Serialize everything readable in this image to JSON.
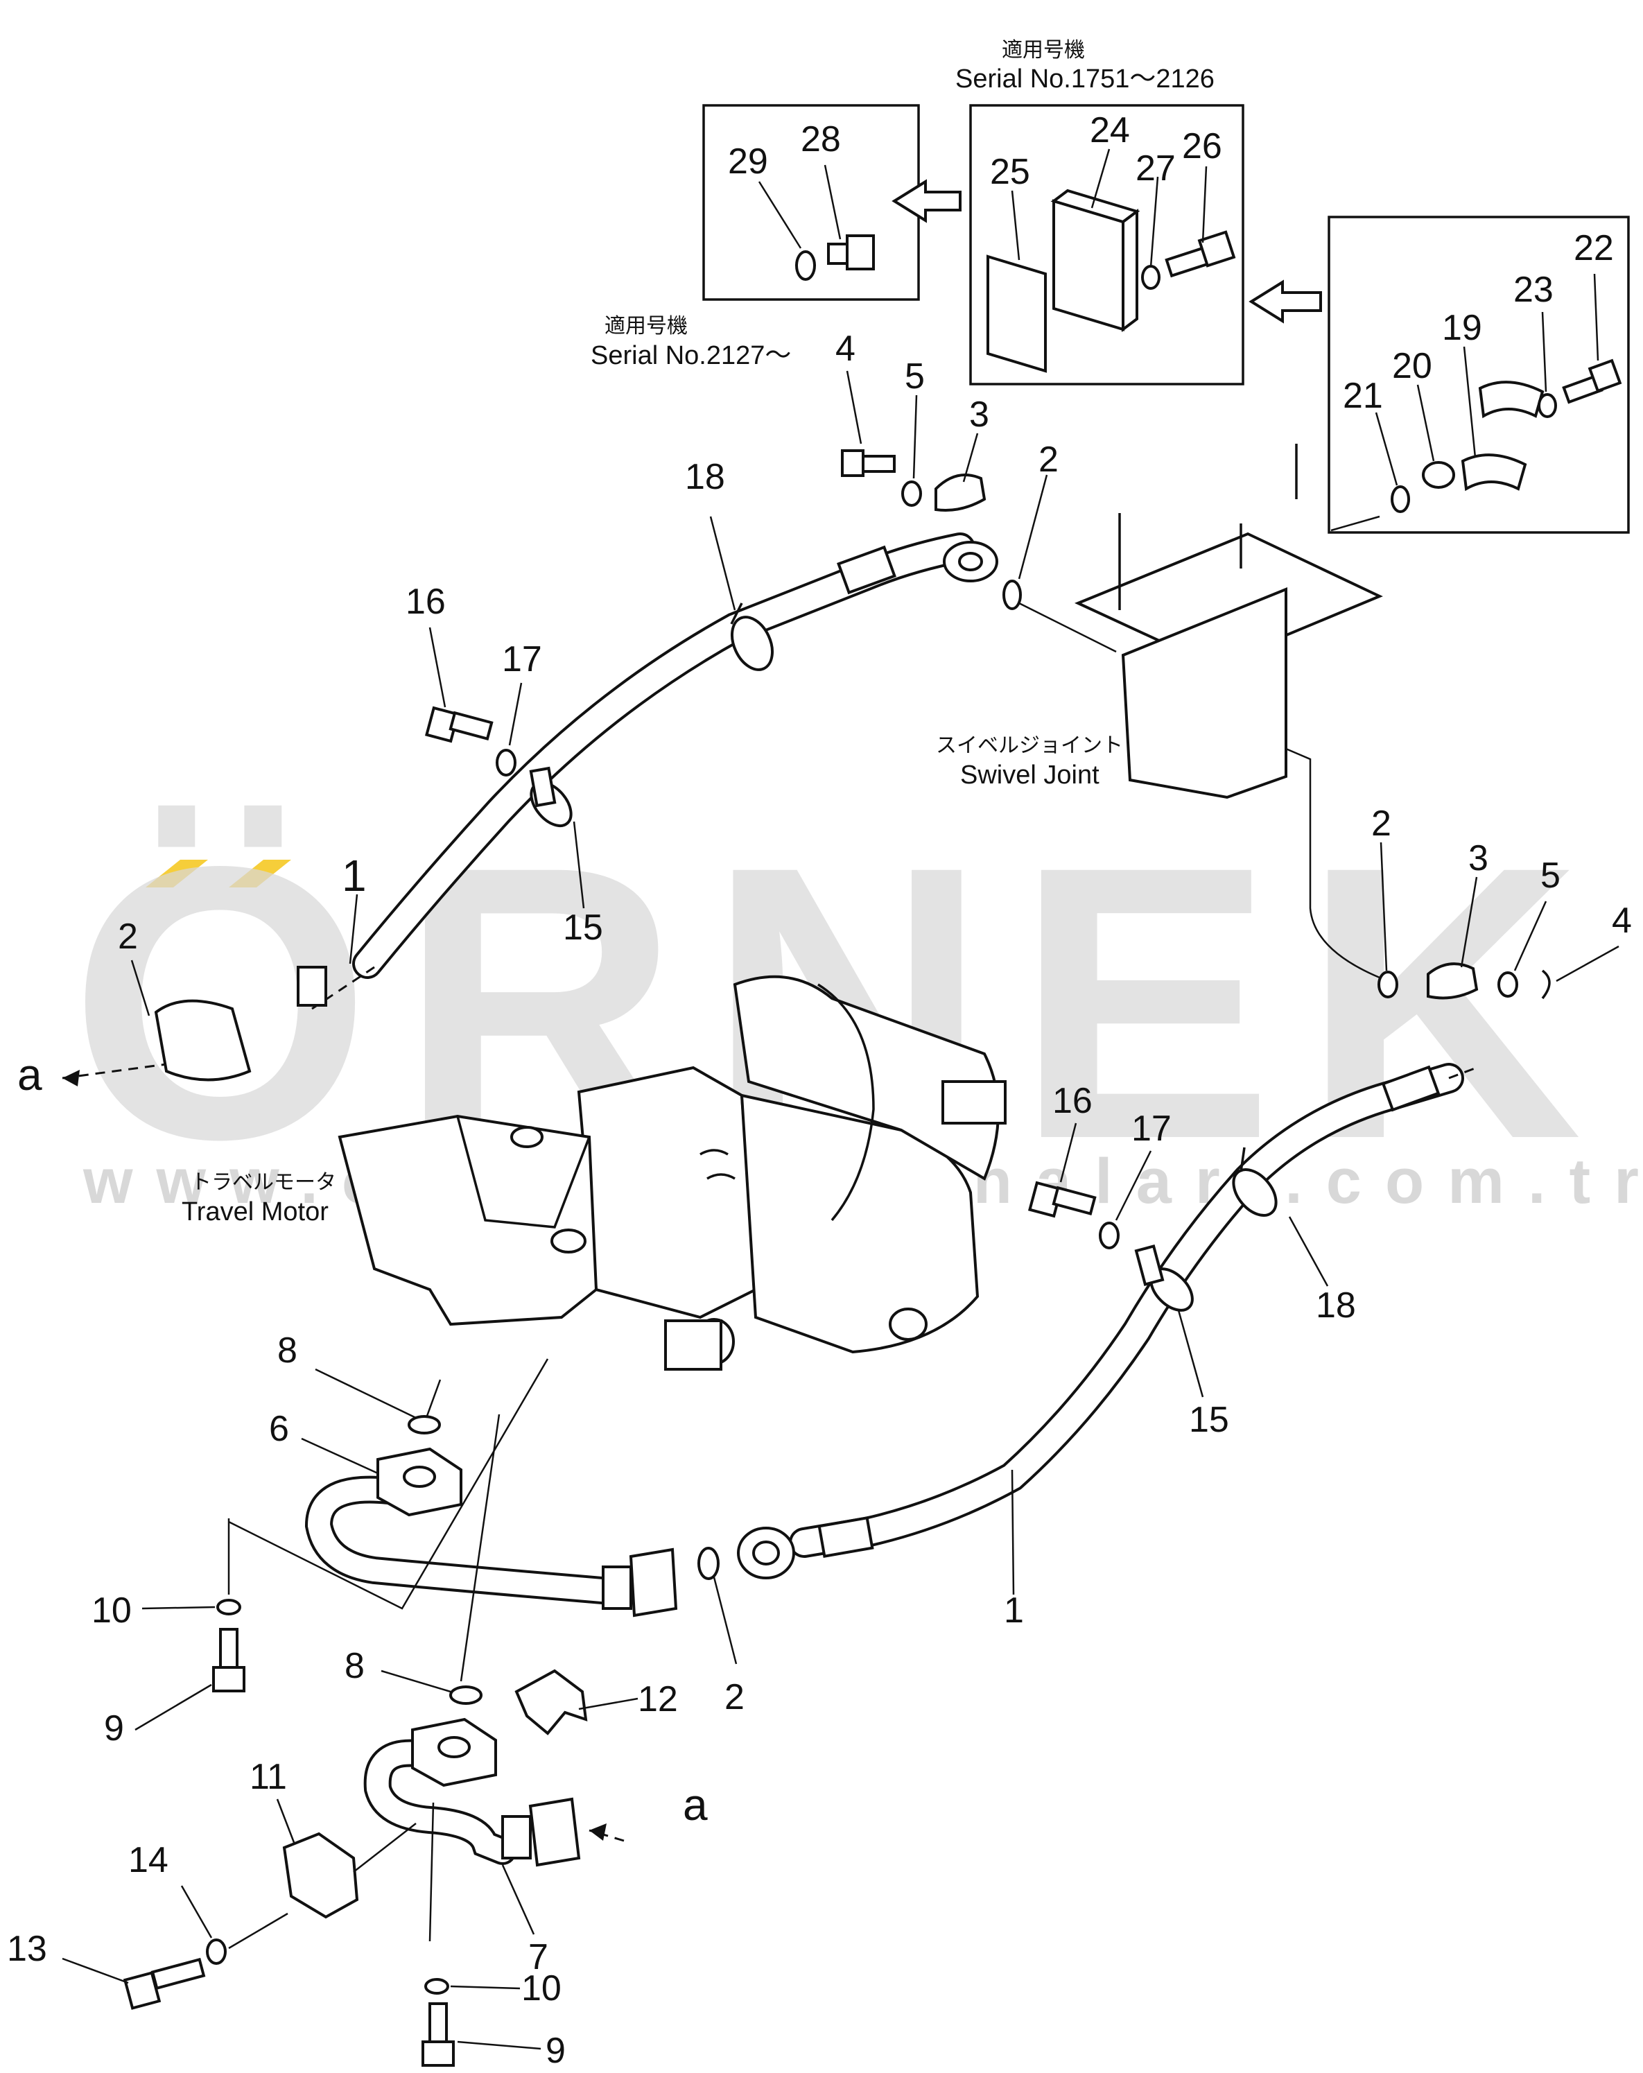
{
  "watermark": {
    "brand": "ÖRNEK",
    "url": "www.ornekismakinalari.com.tr",
    "accent_color": "#f5c518"
  },
  "notes": {
    "serial_a_jp": "適用号機",
    "serial_a_en": "Serial No.1751～2126",
    "serial_b_jp": "適用号機",
    "serial_b_en": "Serial No.2127～",
    "swivel_jp": "スイベルジョイント",
    "swivel_en": "Swivel Joint",
    "travel_jp": "トラベルモータ",
    "travel_en": "Travel Motor"
  },
  "callouts": {
    "c1a": "1",
    "c1b": "1",
    "c2a": "2",
    "c2b": "2",
    "c2c": "2",
    "c2d": "2",
    "c3a": "3",
    "c3b": "3",
    "c4a": "4",
    "c4b": "4",
    "c5a": "5",
    "c5b": "5",
    "c6": "6",
    "c7": "7",
    "c8a": "8",
    "c8b": "8",
    "c9a": "9",
    "c9b": "9",
    "c10a": "10",
    "c10b": "10",
    "c11": "11",
    "c12": "12",
    "c13": "13",
    "c14": "14",
    "c15a": "15",
    "c15b": "15",
    "c16a": "16",
    "c16b": "16",
    "c17a": "17",
    "c17b": "17",
    "c18a": "18",
    "c18b": "18",
    "c19": "19",
    "c20": "20",
    "c21": "21",
    "c22": "22",
    "c23": "23",
    "c24": "24",
    "c25": "25",
    "c26": "26",
    "c27": "27",
    "c28": "28",
    "c29": "29",
    "ref_a1": "a",
    "ref_a2": "a"
  }
}
